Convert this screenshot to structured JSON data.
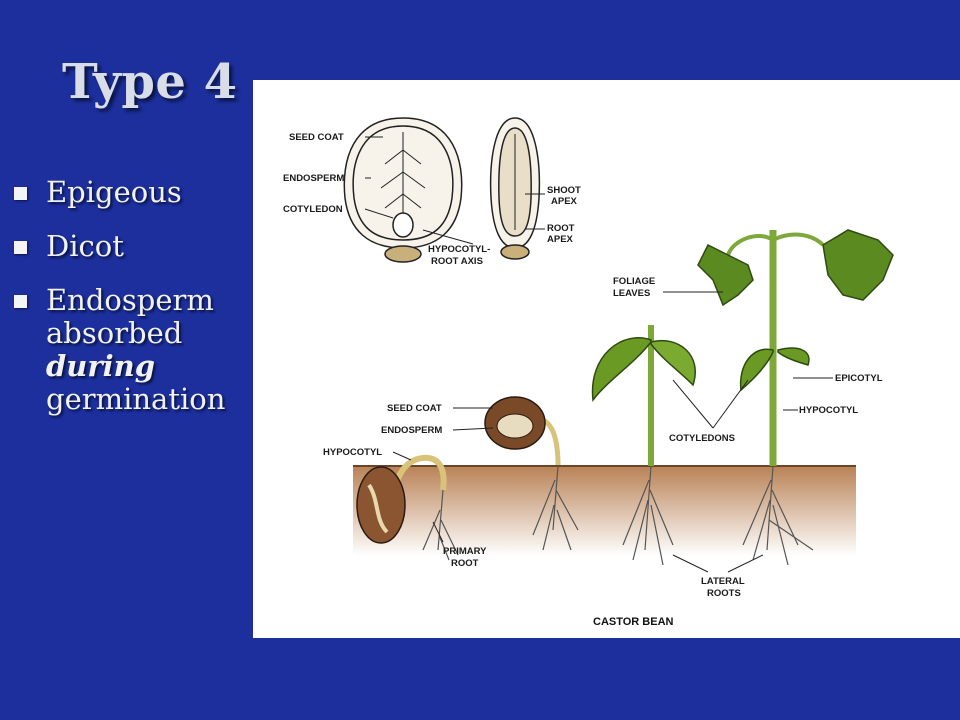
{
  "slide": {
    "title": "Type 4",
    "bullets": [
      {
        "text": "Epigeous"
      },
      {
        "text": "Dicot"
      },
      {
        "text_before": "Endosperm absorbed ",
        "text_emph": "during",
        "text_after": " germination"
      }
    ]
  },
  "figure": {
    "caption": "CASTOR BEAN",
    "labels": {
      "seed_coat_top": "SEED COAT",
      "endosperm_top": "ENDOSPERM",
      "cotyledon_top": "COTYLEDON",
      "shoot_apex_1": "SHOOT",
      "shoot_apex_2": "APEX",
      "root_apex_1": "ROOT",
      "root_apex_2": "APEX",
      "hypocotyl_root_1": "HYPOCOTYL-",
      "hypocotyl_root_2": "ROOT AXIS",
      "foliage_1": "FOLIAGE",
      "foliage_2": "LEAVES",
      "epicotyl": "EPICOTYL",
      "hypocotyl_right": "HYPOCOTYL",
      "cotyledons": "COTYLEDONS",
      "seed_coat_mid": "SEED COAT",
      "endosperm_mid": "ENDOSPERM",
      "hypocotyl_left": "HYPOCOTYL",
      "primary_root_1": "PRIMARY",
      "primary_root_2": "ROOT",
      "lateral_roots_1": "LATERAL",
      "lateral_roots_2": "ROOTS"
    }
  },
  "colors": {
    "background": "#1c2f9c",
    "title": "#d8dde8",
    "text": "#f2f2f2",
    "panel": "#ffffff",
    "soil": "#b07848",
    "leaf": "#6a9a24",
    "seed": "#8a5530"
  }
}
